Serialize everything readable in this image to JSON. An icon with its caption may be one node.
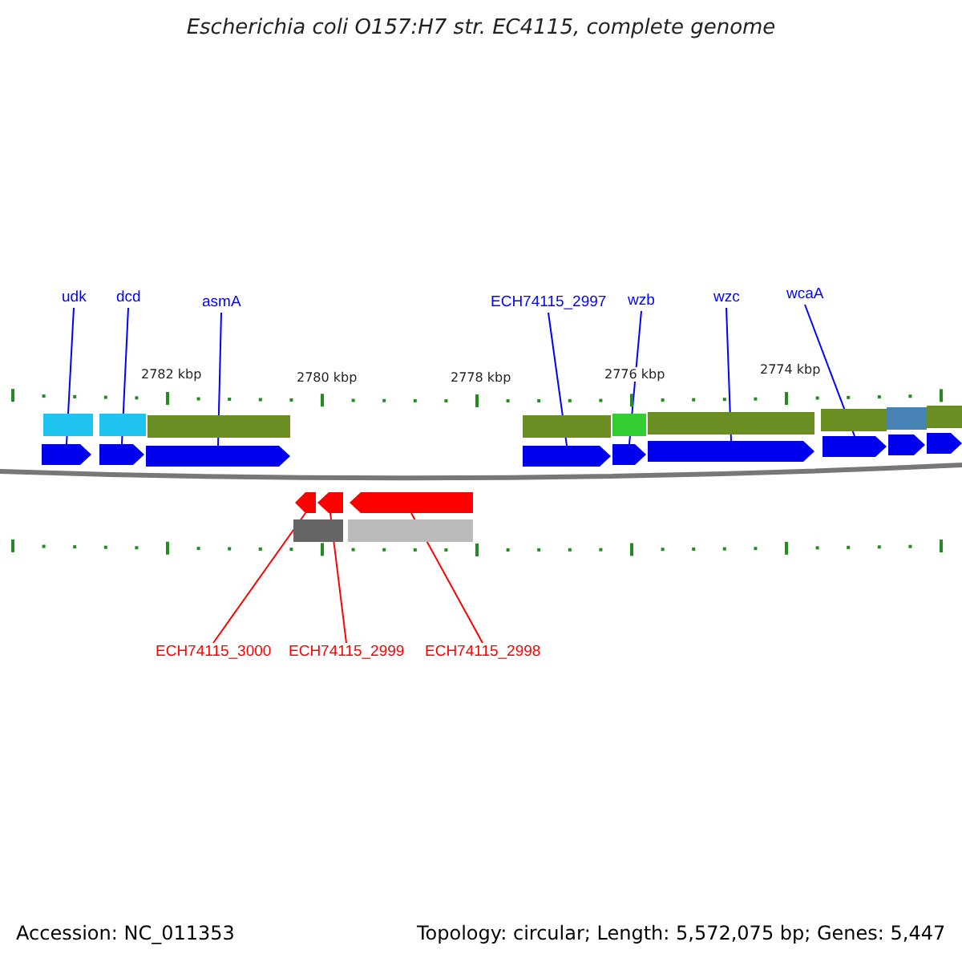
{
  "diagram": {
    "title": "Escherichia coli O157:H7 str. EC4115, complete genome",
    "nodes": [
      {
        "text": [
          "udk"
        ]
      },
      {
        "text": [
          "dcd"
        ]
      },
      {
        "text": [
          "asmA"
        ]
      },
      {
        "text": [
          "ECH74115_2997"
        ]
      },
      {
        "text": [
          "wzb"
        ]
      },
      {
        "text": [
          "wzc"
        ]
      },
      {
        "text": [
          "wcaA"
        ]
      },
      {
        "text": [
          "ECH74115_3000"
        ]
      },
      {
        "text": [
          "ECH74115_2999"
        ]
      },
      {
        "text": [
          "ECH74115_2998"
        ]
      },
      {
        "text": [],
        "shape": "arrow"
      },
      {
        "text": [],
        "shape": "arrow"
      },
      {
        "text": [],
        "shape": "arrow"
      },
      {
        "text": [],
        "shape": "arrow"
      },
      {
        "text": [],
        "shape": "arrow"
      },
      {
        "text": [],
        "shape": "arrow"
      },
      {
        "text": [],
        "shape": "arrow"
      },
      {
        "text": [],
        "shape": "arrow"
      },
      {
        "text": [],
        "shape": "arrow"
      },
      {
        "text": [],
        "shape": "arrow"
      },
      {
        "text": [],
        "shape": "arrow"
      },
      {
        "text": [],
        "shape": "arrow"
      }
    ],
    "edges": [
      {
        "from": 0,
        "to": 10,
        "arrow": "none"
      },
      {
        "from": 1,
        "to": 11,
        "arrow": "none"
      },
      {
        "from": 2,
        "to": 12,
        "arrow": "none"
      },
      {
        "from": 3,
        "to": 13,
        "arrow": "none"
      },
      {
        "from": 4,
        "to": 14,
        "arrow": "none"
      },
      {
        "from": 5,
        "to": 15,
        "arrow": "none"
      },
      {
        "from": 6,
        "to": 16,
        "arrow": "none"
      },
      {
        "from": 7,
        "to": 19,
        "arrow": "none",
        "color": "#ff0000"
      },
      {
        "from": 8,
        "to": 20,
        "arrow": "none",
        "color": "#ff0000"
      },
      {
        "from": 9,
        "to": 21,
        "arrow": "none",
        "color": "#ff0000"
      }
    ],
    "labels": [
      "2782 kbp",
      "2780 kbp",
      "2778 kbp",
      "2776 kbp",
      "2774 kbp",
      "Accession: NC_011353",
      "Topology: circular; Length: 5,572,075 bp; Genes: 5,447"
    ]
  }
}
